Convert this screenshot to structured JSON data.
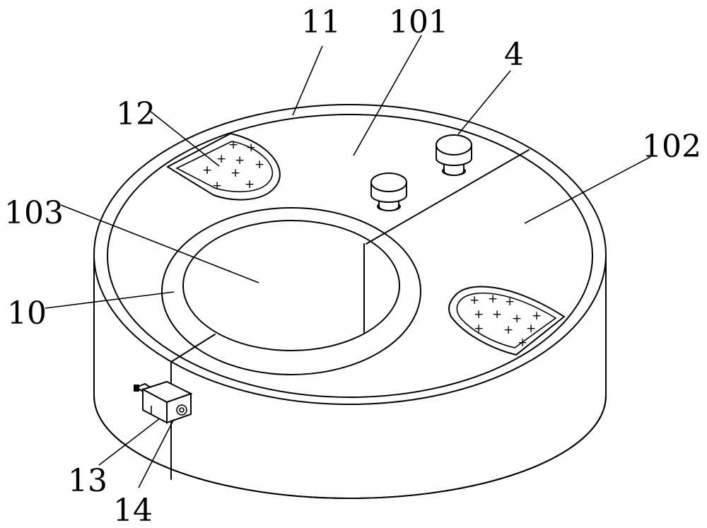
{
  "labels": {
    "l11": "11",
    "l101": "101",
    "l4": "4",
    "l12": "12",
    "l102": "102",
    "l103": "103",
    "l10": "10",
    "l13": "13",
    "l14": "14"
  },
  "pad_marks": {
    "left": [
      "+",
      "+",
      "+",
      "+",
      "+",
      "+",
      "+",
      "+",
      "+"
    ],
    "right": [
      "+",
      "+",
      "+",
      "+",
      "+",
      "+",
      "+",
      "+",
      "+",
      "+",
      "+"
    ]
  }
}
